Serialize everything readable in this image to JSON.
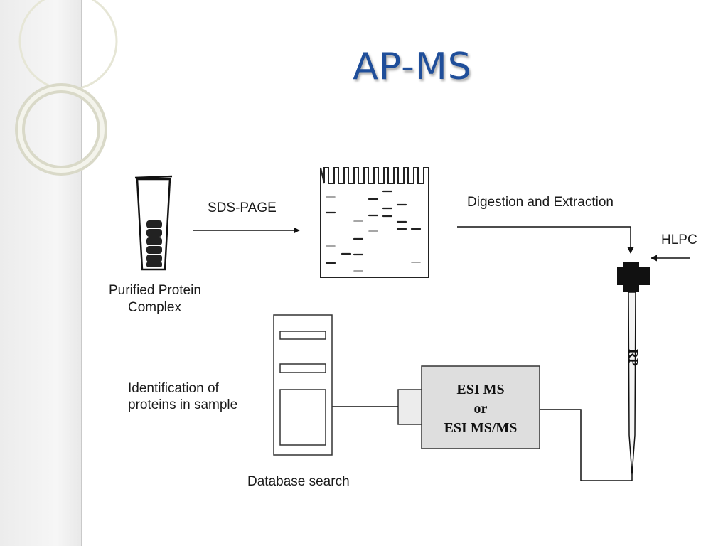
{
  "slide": {
    "title": "AP-MS"
  },
  "diagram": {
    "sample_label_line1": "Purified Protein",
    "sample_label_line2": "Complex",
    "sds_page_label": "SDS-PAGE",
    "digestion_label": "Digestion and Extraction",
    "hlpc_label": "HLPC",
    "rp_label": "RP",
    "identification_line1": "Identification of",
    "identification_line2": "proteins in sample",
    "database_label": "Database search",
    "ms_line1": "ESI MS",
    "ms_line2": "or",
    "ms_line3": "ESI MS/MS"
  },
  "colors": {
    "title": "#1f4e9a",
    "ms_box": "#dedede",
    "sidebar": "#ececec",
    "ring": "#e3e3d2"
  }
}
